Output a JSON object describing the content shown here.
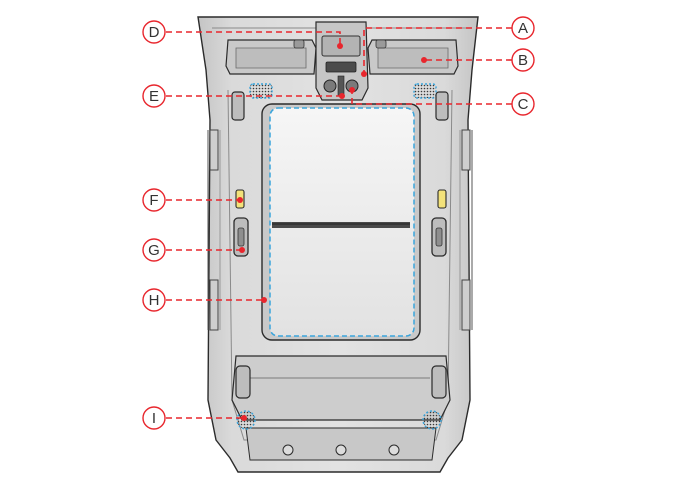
{
  "colors": {
    "callout_red": "#e8262d",
    "highlight_blue": "#3aa5dc",
    "outline": "#2b2b2b",
    "headliner": "#d6d6d6",
    "headliner_dark": "#bdbdbd",
    "glass": "#ececec"
  },
  "callouts": [
    {
      "label": "A",
      "name": "callout-a"
    },
    {
      "label": "B",
      "name": "callout-b"
    },
    {
      "label": "C",
      "name": "callout-c"
    },
    {
      "label": "D",
      "name": "callout-d"
    },
    {
      "label": "E",
      "name": "callout-e"
    },
    {
      "label": "F",
      "name": "callout-f"
    },
    {
      "label": "G",
      "name": "callout-g"
    },
    {
      "label": "H",
      "name": "callout-h"
    },
    {
      "label": "I",
      "name": "callout-i"
    }
  ]
}
